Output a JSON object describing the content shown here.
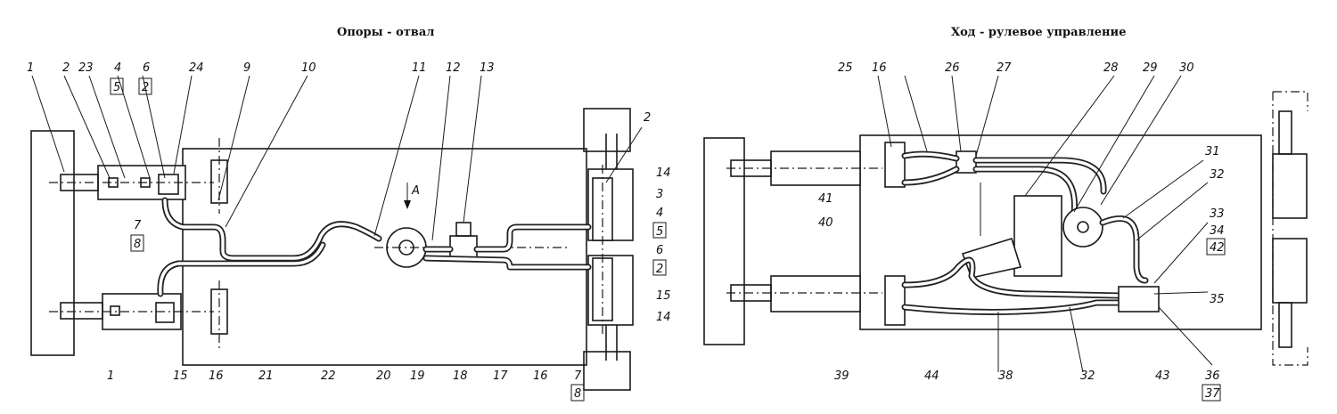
{
  "titles": {
    "left": "Опоры - отвал",
    "right": "Ход - рулевое управление"
  },
  "arrow_label": "A",
  "callouts": [
    "1",
    "2",
    "23",
    "4",
    "6",
    "24",
    "5",
    "2",
    "9",
    "10",
    "11",
    "12",
    "13",
    "2",
    "14",
    "3",
    "4",
    "5",
    "6",
    "2",
    "15",
    "14",
    "7",
    "8",
    "7",
    "8",
    "1",
    "15",
    "16",
    "21",
    "22",
    "20",
    "19",
    "18",
    "17",
    "16",
    "25",
    "16",
    "26",
    "27",
    "28",
    "29",
    "30",
    "31",
    "32",
    "33",
    "34",
    "42",
    "35",
    "41",
    "40",
    "39",
    "44",
    "38",
    "32",
    "43",
    "36",
    "37"
  ]
}
